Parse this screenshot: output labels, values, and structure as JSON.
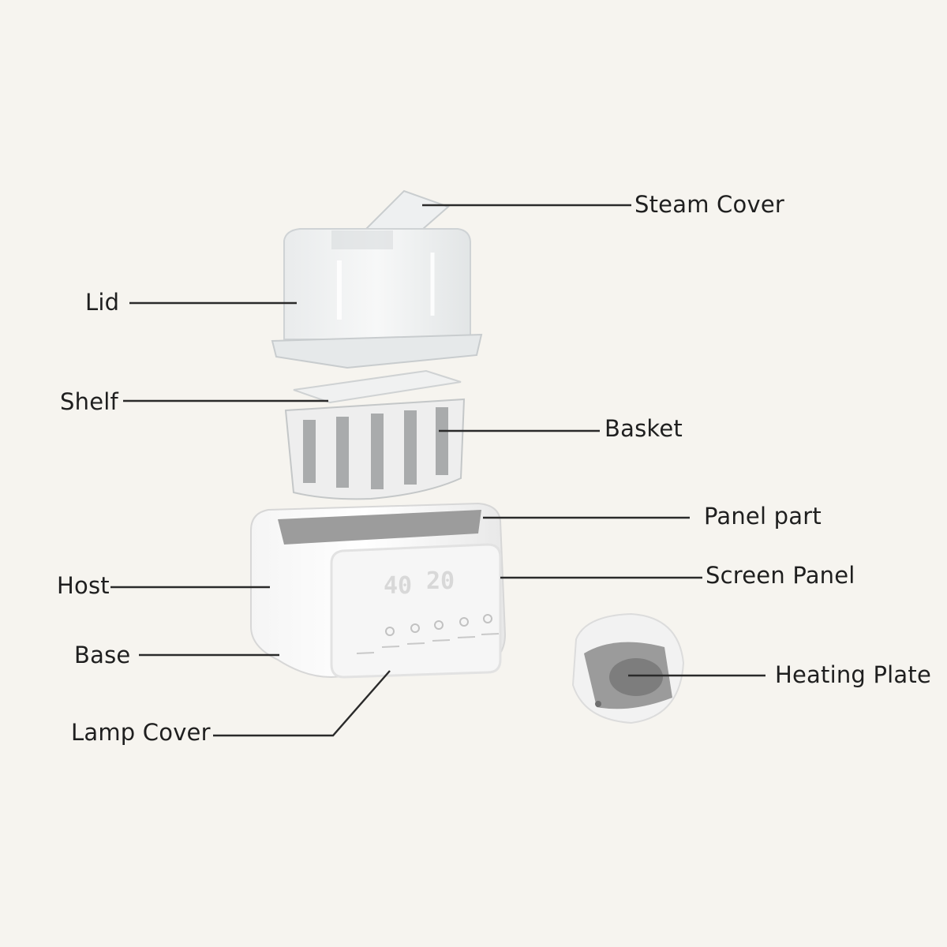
{
  "diagram": {
    "background": "#f6f4ef",
    "line_color": "#2a2a2a",
    "labels": {
      "steam_cover": "Steam Cover",
      "lid": "Lid",
      "shelf": "Shelf",
      "basket": "Basket",
      "panel_part": "Panel part",
      "host": "Host",
      "screen_panel": "Screen Panel",
      "base": "Base",
      "heating_plate": "Heating Plate",
      "lamp_cover": "Lamp Cover"
    },
    "display": {
      "time_left": "40",
      "time_right": "20"
    }
  }
}
